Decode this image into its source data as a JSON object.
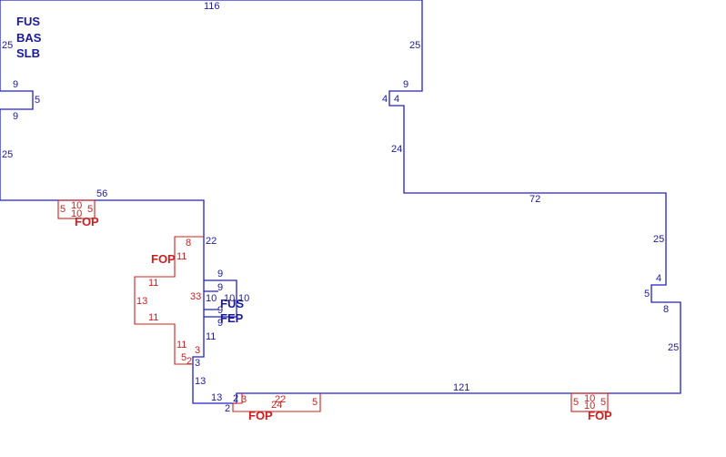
{
  "labels": {
    "main_codes": [
      "FUS",
      "BAS",
      "SLB"
    ],
    "small_codes": [
      "FUS",
      "FEP"
    ],
    "fop": "FOP"
  },
  "dims_blue": {
    "top": "116",
    "left_upper": "25",
    "right_upper": "25",
    "notch_left_top": "9",
    "notch_left_side": "5",
    "notch_left_bottom": "9",
    "left_lower": "25",
    "bottom_left": "56",
    "step_right_a": "9",
    "step_right_b": "4",
    "step_right_c": "4",
    "right_drop": "24",
    "mid_top": "72",
    "right_mid": "25",
    "right_step_a": "4",
    "right_step_b": "5",
    "right_step_c": "8",
    "right_lower": "25",
    "bottom_long": "121",
    "inner_22": "22",
    "box_top_a": "9",
    "box_top_b": "9",
    "box_left": "10",
    "box_inner_a": "10",
    "box_inner_b": "10",
    "box_bot_a": "9",
    "box_bot_b": "9",
    "inner_11": "11",
    "inner_3": "3",
    "inner_13a": "13",
    "inner_13b": "13",
    "inner_2a": "2",
    "inner_2b": "2"
  },
  "dims_red": {
    "fop1_a": "5",
    "fop1_b": "10",
    "fop1_c": "10",
    "fop1_d": "5",
    "fop2_8": "8",
    "fop2_11a": "11",
    "fop2_11b": "11",
    "fop2_13": "13",
    "fop2_11c": "11",
    "fop2_33": "33",
    "fop2_11d": "11",
    "fop2_3": "3",
    "fop2_5": "5",
    "fop2_2": "2",
    "fop3_3": "3",
    "fop3_22": "22",
    "fop3_24": "24",
    "fop3_5": "5",
    "fop4_a": "5",
    "fop4_b": "10",
    "fop4_c": "10",
    "fop4_d": "5"
  }
}
